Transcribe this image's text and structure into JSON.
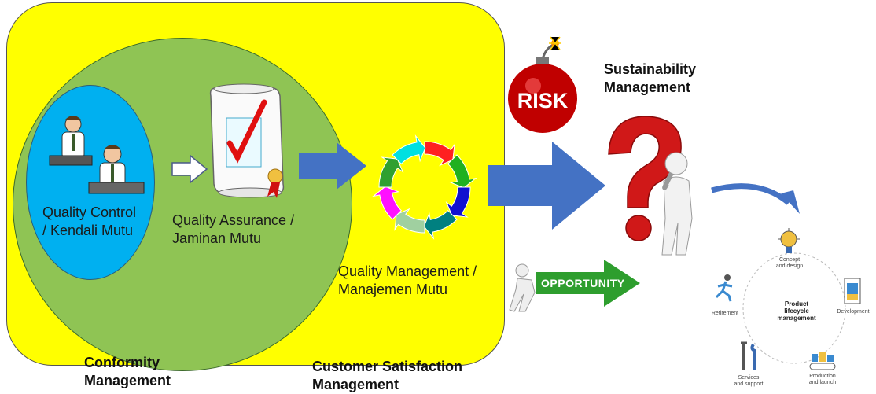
{
  "labels": {
    "quality_control": [
      "Quality Control",
      "/ Kendali Mutu"
    ],
    "quality_assurance": [
      "Quality Assurance /",
      "Jaminan Mutu"
    ],
    "quality_management": [
      "Quality Management /",
      "Manajemen Mutu"
    ],
    "conformity": [
      "Conformity",
      "Management"
    ],
    "customer_satisfaction": [
      "Customer Satisfaction",
      "Management"
    ],
    "sustainability": [
      "Sustainability",
      "Management"
    ]
  },
  "badges": {
    "risk": "RISK",
    "opportunity": "OPPORTUNITY"
  },
  "plm": {
    "center": [
      "Product",
      "lifecycle",
      "management"
    ],
    "stages": {
      "concept": [
        "Concept",
        "and design"
      ],
      "development": [
        "Development"
      ],
      "production": [
        "Production",
        "and launch"
      ],
      "services": [
        "Services",
        "and support"
      ],
      "retirement": [
        "Retirement"
      ]
    }
  },
  "colors": {
    "yellow_panel": "#ffff00",
    "green_ellipse": "#8fc454",
    "blue_ellipse": "#00b0f0",
    "arrow_blue": "#4472c4",
    "risk_red": "#c00000",
    "question_red": "#d01818",
    "opportunity_green": "#2e9e2e"
  }
}
